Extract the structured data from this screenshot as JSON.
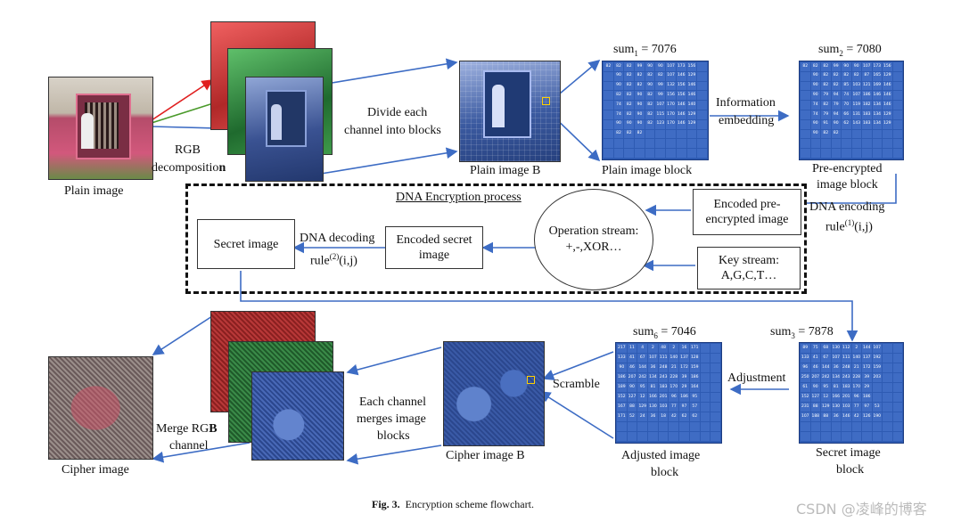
{
  "labels": {
    "plain_image": "Plain image",
    "rgb_decomposition": "RGB decomposition",
    "divide_blocks_1": "Divide each",
    "divide_blocks_2": "channel into blocks",
    "plain_image_b": "Plain image B",
    "plain_image_block": "Plain image block",
    "info_embed_1": "Information",
    "info_embed_2": "embedding",
    "pre_encrypted_1": "Pre-encrypted",
    "pre_encrypted_2": "image block",
    "dna_encoding_1": "DNA encoding",
    "dna_encoding_2": "rule",
    "dna_encoding_sup": "(1)",
    "dna_encoding_3": "(i,j)",
    "dna_process_title": "DNA Encryption process",
    "encoded_pre_1": "Encoded pre-",
    "encoded_pre_2": "encrypted image",
    "operation_1": "Operation stream:",
    "operation_2": "+,-,XOR…",
    "key_1": "Key stream:",
    "key_2": "A,G,C,T…",
    "encoded_secret_1": "Encoded  secret",
    "encoded_secret_2": "image",
    "dna_decoding_1": "DNA decoding",
    "dna_decoding_2": "rule",
    "dna_decoding_sup": "(2)",
    "dna_decoding_3": "(i,j)",
    "secret_image": "Secret image",
    "adjustment": "Adjustment",
    "secret_image_block_1": "Secret image",
    "secret_image_block_2": "block",
    "scramble": "Scramble",
    "adjusted_1": "Adjusted image",
    "adjusted_2": "block",
    "cipher_image_b": "Cipher image B",
    "each_channel_1": "Each channel",
    "each_channel_2": "merges image",
    "each_channel_3": "blocks",
    "merge_1": "Merge RGB",
    "merge_2": "channel",
    "cipher_image": "Cipher image"
  },
  "sums": {
    "sum1": {
      "name": "sum",
      "sub": "1",
      "eq": " = 7076"
    },
    "sum2": {
      "name": "sum",
      "sub": "2",
      "eq": " = 7080"
    },
    "sum3": {
      "name": "sum",
      "sub": "3",
      "eq": " = 7878"
    },
    "sum6": {
      "name": "sum",
      "sub": "6",
      "eq": " = 7046"
    }
  },
  "grids": {
    "plain_block": [
      "82",
      "82",
      "82",
      "99",
      "90",
      "90",
      "107",
      "173",
      "156",
      "",
      "",
      "90",
      "82",
      "82",
      "82",
      "82",
      "107",
      "146",
      "129",
      "",
      "",
      "90",
      "82",
      "82",
      "90",
      "99",
      "132",
      "156",
      "146",
      "",
      "",
      "82",
      "82",
      "90",
      "82",
      "99",
      "156",
      "156",
      "146",
      "",
      "",
      "74",
      "82",
      "90",
      "82",
      "107",
      "170",
      "146",
      "140",
      "",
      "",
      "74",
      "82",
      "90",
      "82",
      "115",
      "170",
      "146",
      "129",
      "",
      "",
      "90",
      "90",
      "90",
      "82",
      "123",
      "170",
      "146",
      "129",
      "",
      "",
      "82",
      "82",
      "82",
      "",
      "",
      "",
      "",
      "",
      "",
      "",
      "",
      "",
      "",
      "",
      "",
      "",
      "",
      "",
      "",
      "",
      "",
      "",
      "",
      "",
      "",
      "",
      "",
      "",
      "",
      "",
      ""
    ],
    "pre_encrypted": [
      "82",
      "82",
      "82",
      "99",
      "90",
      "90",
      "107",
      "173",
      "156",
      "",
      "",
      "90",
      "82",
      "82",
      "82",
      "82",
      "87",
      "165",
      "129",
      "",
      "",
      "90",
      "82",
      "82",
      "85",
      "103",
      "121",
      "169",
      "146",
      "",
      "",
      "90",
      "79",
      "94",
      "74",
      "107",
      "186",
      "146",
      "146",
      "",
      "",
      "74",
      "82",
      "79",
      "70",
      "119",
      "182",
      "134",
      "146",
      "",
      "",
      "74",
      "79",
      "94",
      "66",
      "131",
      "183",
      "134",
      "129",
      "",
      "",
      "90",
      "91",
      "90",
      "62",
      "143",
      "183",
      "134",
      "129",
      "",
      "",
      "90",
      "82",
      "82",
      "",
      "",
      "",
      "",
      "",
      "",
      "",
      "",
      "",
      "",
      "",
      "",
      "",
      "",
      "",
      "",
      "",
      "",
      "",
      "",
      "",
      "",
      "",
      "",
      "",
      "",
      "",
      ""
    ],
    "secret_block": [
      "89",
      "75",
      "68",
      "130",
      "112",
      "2",
      "144",
      "107",
      "",
      "",
      "133",
      "41",
      "67",
      "107",
      "111",
      "140",
      "137",
      "192",
      "",
      "",
      "96",
      "46",
      "144",
      "36",
      "248",
      "21",
      "172",
      "159",
      "",
      "",
      "250",
      "207",
      "242",
      "134",
      "243",
      "228",
      "39",
      "203",
      "",
      "",
      "61",
      "90",
      "95",
      "81",
      "183",
      "170",
      "29",
      "",
      "",
      "",
      "152",
      "127",
      "12",
      "166",
      "201",
      "96",
      "186",
      "",
      "",
      "",
      "231",
      "88",
      "129",
      "130",
      "103",
      "77",
      "97",
      "53",
      "",
      "",
      "107",
      "188",
      "88",
      "36",
      "146",
      "42",
      "126",
      "190",
      "",
      "",
      "",
      "",
      "",
      "",
      "",
      "",
      "",
      "",
      "",
      "",
      "",
      "",
      "",
      "",
      "",
      "",
      "",
      "",
      "",
      "",
      "",
      "",
      "",
      "",
      "",
      "",
      "",
      ""
    ],
    "adjusted_block": [
      "217",
      "11",
      "4",
      "2",
      "48",
      "2",
      "16",
      "171",
      "",
      "",
      "133",
      "41",
      "67",
      "107",
      "111",
      "140",
      "137",
      "128",
      "",
      "",
      "90",
      "46",
      "144",
      "36",
      "248",
      "21",
      "172",
      "159",
      "",
      "",
      "186",
      "207",
      "242",
      "134",
      "243",
      "228",
      "39",
      "186",
      "",
      "",
      "189",
      "90",
      "95",
      "81",
      "183",
      "170",
      "29",
      "164",
      "",
      "",
      "152",
      "127",
      "12",
      "166",
      "201",
      "96",
      "186",
      "95",
      "",
      "",
      "167",
      "88",
      "129",
      "130",
      "103",
      "77",
      "97",
      "57",
      "",
      "",
      "171",
      "52",
      "24",
      "36",
      "18",
      "42",
      "62",
      "62",
      "",
      "",
      "",
      "",
      "",
      "",
      "",
      "",
      "",
      "",
      "",
      "",
      "",
      "",
      "",
      "",
      "",
      "",
      "",
      "",
      "",
      "",
      "",
      "",
      "",
      "",
      "",
      "",
      "",
      ""
    ]
  },
  "caption": {
    "fig": "Fig. 3.",
    "text": "Encryption scheme flowchart."
  },
  "watermark": "CSDN @凌峰的博客",
  "colors": {
    "grid_blue": "#2e5bb3",
    "arrow_blue": "#3d6cc4",
    "red": "#e02020",
    "green": "#4a9a2a"
  }
}
